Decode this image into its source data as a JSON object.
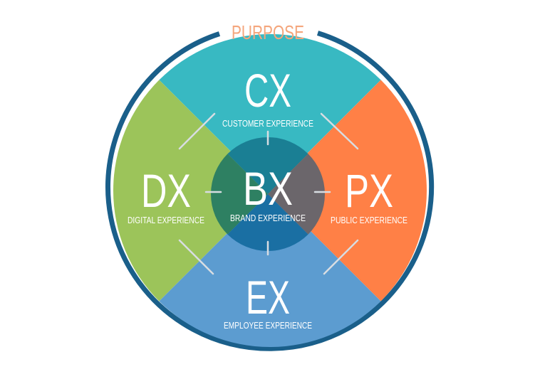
{
  "purpose": "PURPOSE",
  "center": {
    "abbr": "BX",
    "label": "BRAND EXPERIENCE"
  },
  "top": {
    "abbr": "CX",
    "label": "CUSTOMER EXPERIENCE"
  },
  "left": {
    "abbr": "DX",
    "label": "DIGITAL EXPERIENCE"
  },
  "right": {
    "abbr": "PX",
    "label": "PUBLIC EXPERIENCE"
  },
  "bottom": {
    "abbr": "EX",
    "label": "EMPLOYEE EXPERIENCE"
  },
  "colors": {
    "ring": "#1a5f8a",
    "purpose": "#f4a67c",
    "top": "#38b9c2",
    "left": "#9cc45a",
    "right": "#ff8046",
    "bottom": "#5c9cd0",
    "center_top": "#1a7f94",
    "center_left": "#2e8062",
    "center_right": "#6b666b",
    "center_bottom": "#1a6fa3",
    "connector": "#d8dde2"
  }
}
